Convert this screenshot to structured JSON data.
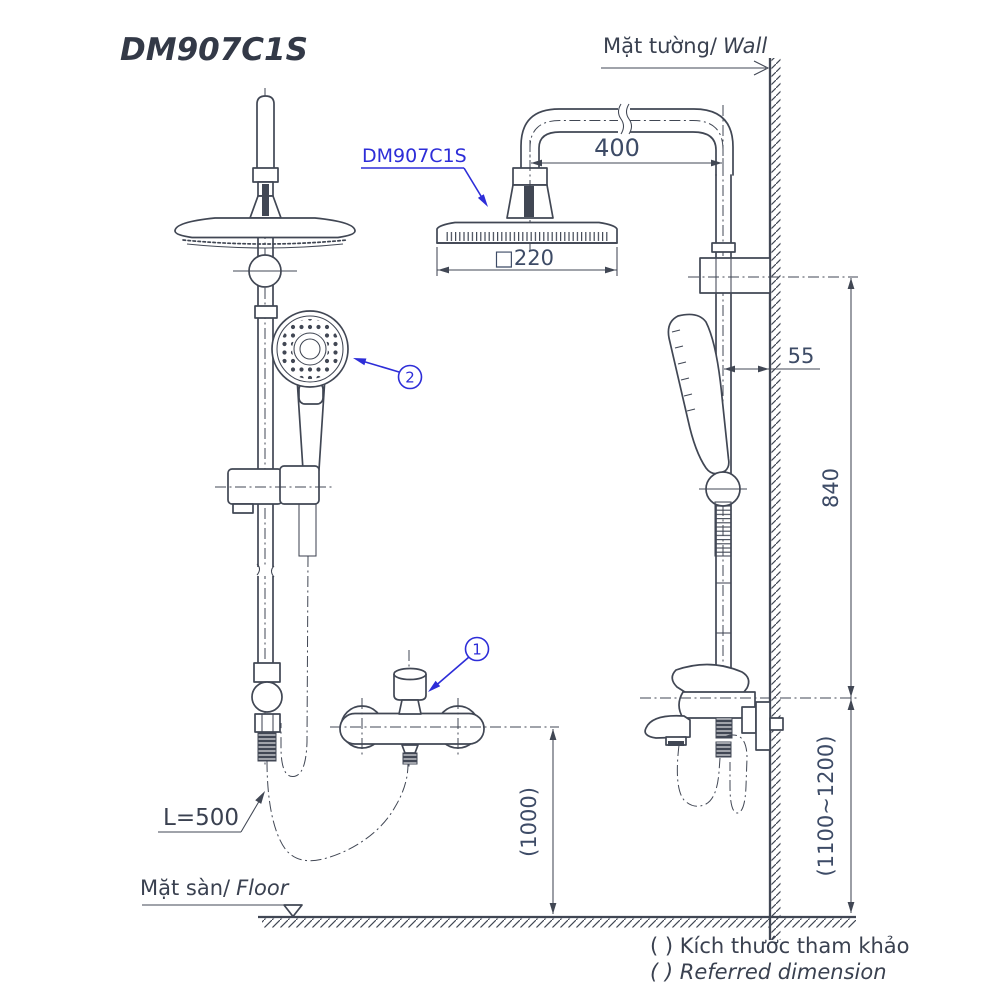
{
  "title": "DM907C1S",
  "labels": {
    "wall_vi": "Mặt tường/",
    "wall_en": "Wall",
    "floor_vi": "Mặt sàn/",
    "floor_en": "Floor",
    "product_label": "DM907C1S",
    "hose_length": "L=500",
    "callout_1": "1",
    "callout_2": "2"
  },
  "dimensions": {
    "arm_reach": "400",
    "head_size": "□220",
    "wall_offset": "55",
    "rail_length": "840",
    "mixer_height_ref": "(1000)",
    "column_height_ref": "(1100~1200)"
  },
  "notes": {
    "vi": "( ) Kích thước tham khảo",
    "en": "( ) Referred dimension"
  },
  "colors": {
    "line": "#414754",
    "dimension_text": "#3d4b66",
    "annotation_blue": "#2d2dd8"
  }
}
